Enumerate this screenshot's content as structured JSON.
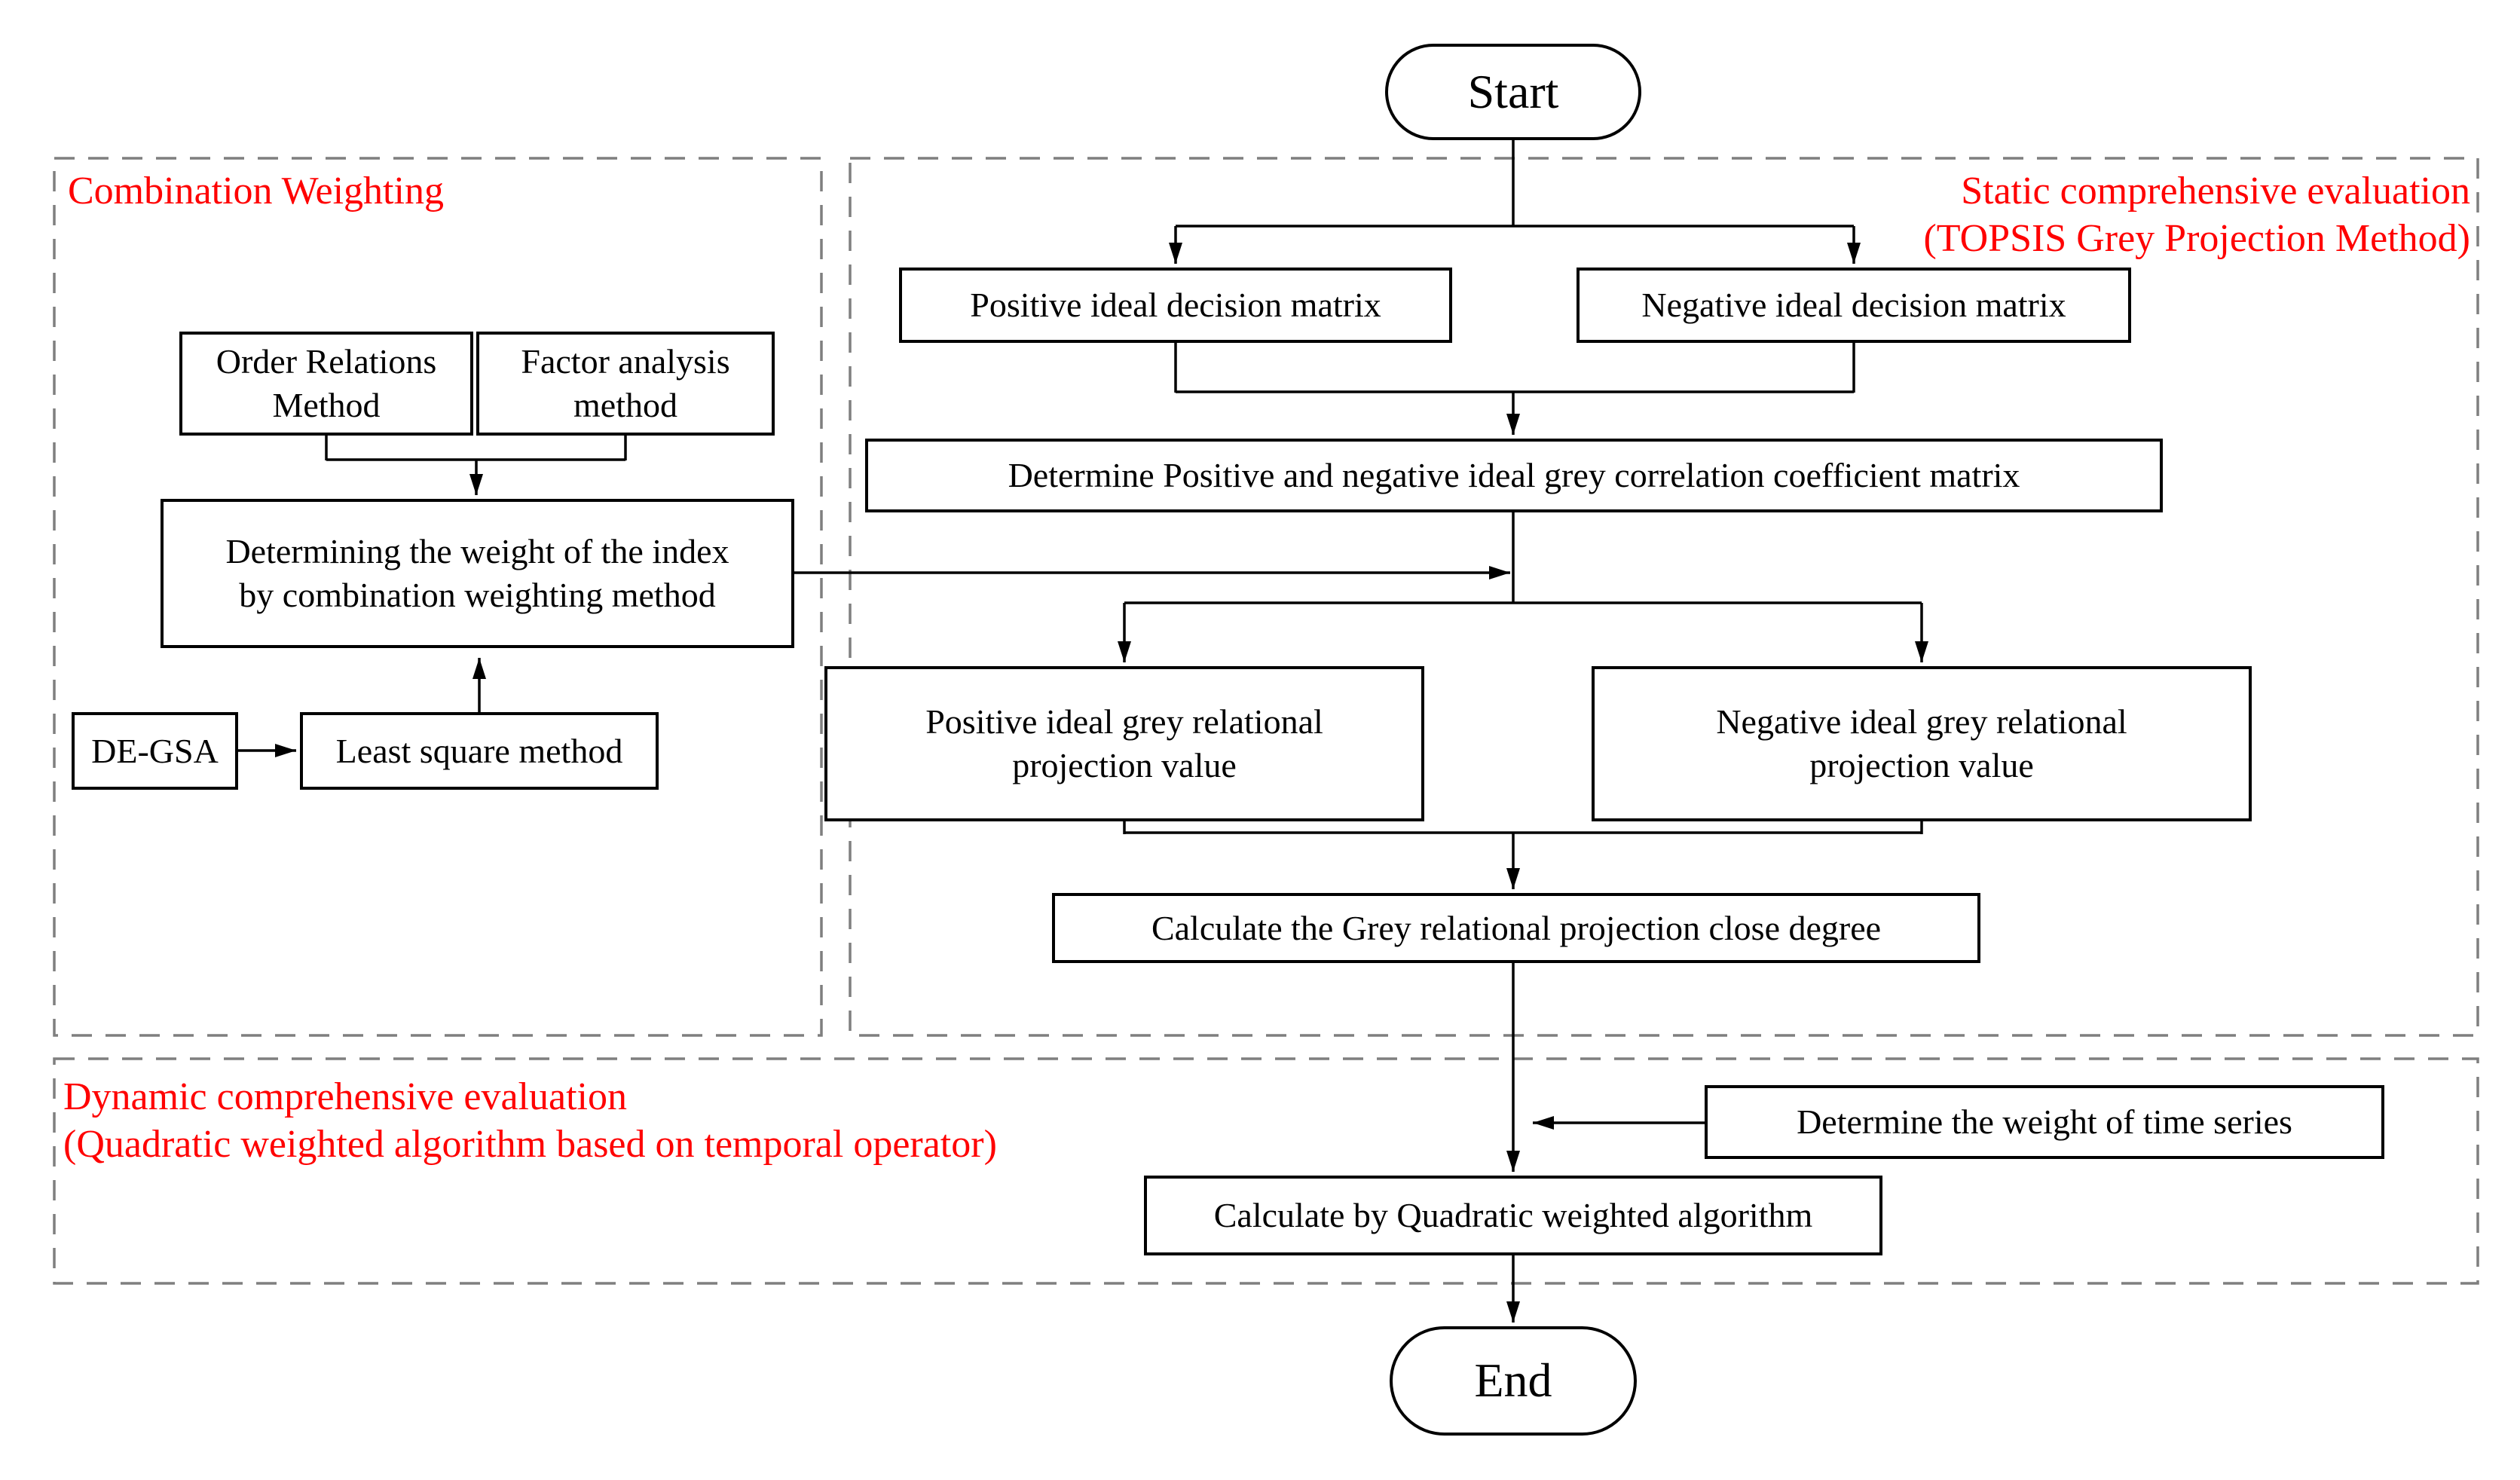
{
  "colors": {
    "label_red": "#ff0000",
    "dashed_border_gray": "#7f7f7f",
    "node_border_black": "#000000",
    "background": "#ffffff"
  },
  "regions": {
    "combination": {
      "label": "Combination Weighting"
    },
    "static": {
      "label": "Static comprehensive evaluation\n(TOPSIS Grey Projection Method)"
    },
    "dynamic": {
      "label": "Dynamic comprehensive evaluation\n(Quadratic weighted algorithm based on temporal operator)"
    }
  },
  "nodes": {
    "start": "Start",
    "end": "End",
    "order_relations": "Order Relations\nMethod",
    "factor_analysis": "Factor analysis\nmethod",
    "determine_weight_index": "Determining the weight of the index\nby combination weighting method",
    "de_gsa": "DE-GSA",
    "least_square": "Least square method",
    "pos_decision": "Positive ideal decision matrix",
    "neg_decision": "Negative ideal decision matrix",
    "determine_correlation": "Determine Positive and negative ideal grey correlation coefficient matrix",
    "pos_projection": "Positive ideal grey relational\nprojection value",
    "neg_projection": "Negative ideal grey relational\nprojection value",
    "close_degree": "Calculate the Grey relational projection close degree",
    "time_series_weight": "Determine the weight of time series",
    "quadratic": "Calculate by Quadratic weighted algorithm"
  }
}
